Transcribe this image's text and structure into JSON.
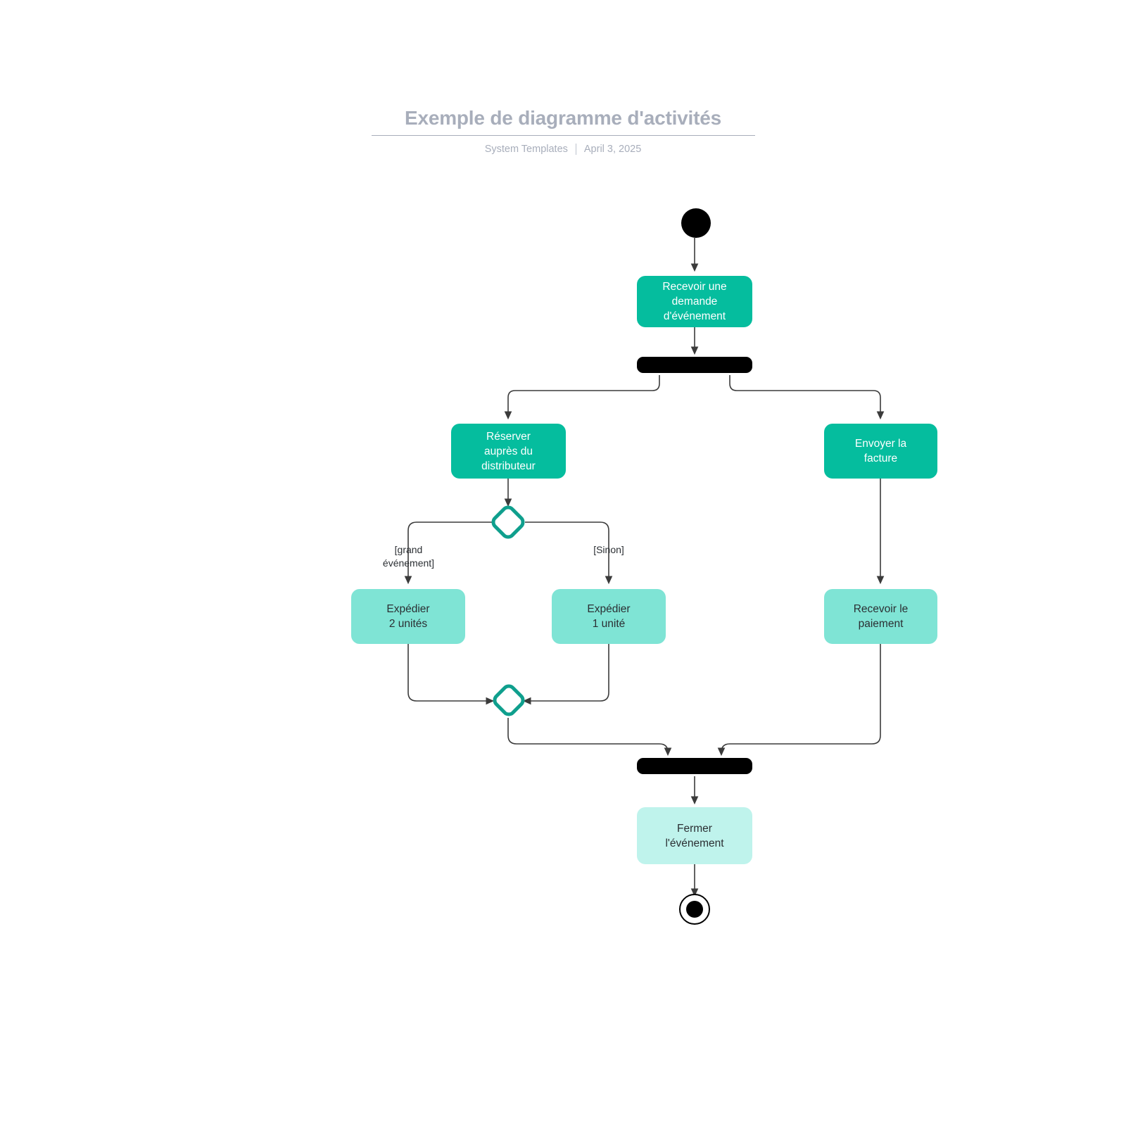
{
  "header": {
    "title": "Exemple de diagramme d'activités",
    "source": "System Templates",
    "date": "April 3, 2025"
  },
  "colors": {
    "node_dark": "#05bd9e",
    "node_mid": "#7fe4d5",
    "node_light": "#bff3ec",
    "diamond_stroke": "#0f9f8d",
    "edge": "#3b3b3b",
    "header_text": "#a8aebb",
    "bar": "#000000"
  },
  "diagram": {
    "type": "uml-activity-diagram",
    "nodes": [
      {
        "id": "start",
        "kind": "initial-node",
        "label": ""
      },
      {
        "id": "receive",
        "kind": "action",
        "label": "Recevoir une\ndemande\nd'événement"
      },
      {
        "id": "fork",
        "kind": "fork-bar",
        "label": ""
      },
      {
        "id": "reserve",
        "kind": "action",
        "label": "Réserver\nauprès du\ndistributeur"
      },
      {
        "id": "invoice",
        "kind": "action",
        "label": "Envoyer la\nfacture"
      },
      {
        "id": "decision",
        "kind": "decision-node",
        "label": ""
      },
      {
        "id": "ship2",
        "kind": "action",
        "label": "Expédier\n2 unités"
      },
      {
        "id": "ship1",
        "kind": "action",
        "label": "Expédier\n1 unité"
      },
      {
        "id": "payment",
        "kind": "action",
        "label": "Recevoir le\npaiement"
      },
      {
        "id": "merge",
        "kind": "merge-node",
        "label": ""
      },
      {
        "id": "join",
        "kind": "join-bar",
        "label": ""
      },
      {
        "id": "close",
        "kind": "action",
        "label": "Fermer\nl'événement"
      },
      {
        "id": "end",
        "kind": "final-node",
        "label": ""
      }
    ],
    "guards": [
      {
        "id": "guard-large",
        "label": "[grand\névénement]"
      },
      {
        "id": "guard-else",
        "label": "[Sinon]"
      }
    ]
  }
}
